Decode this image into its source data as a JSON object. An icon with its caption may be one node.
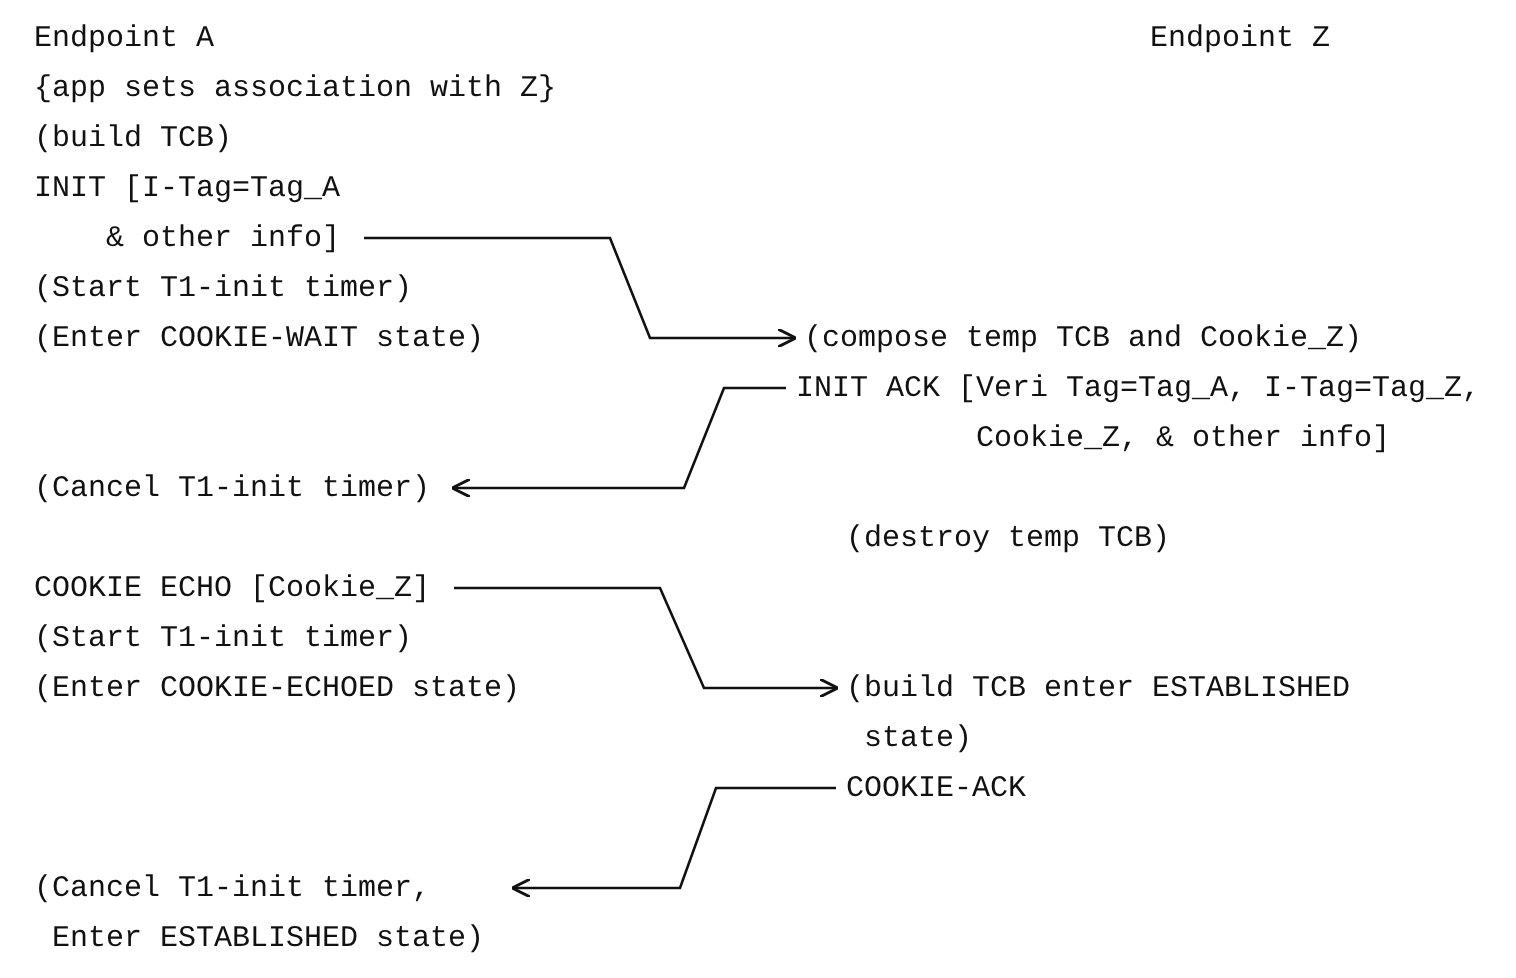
{
  "diagram": {
    "nodes": [
      {
        "text": [
          "INIT [I-Tag=Tag_A & other info]"
        ]
      },
      {
        "text": [
          "(compose temp TCB and Cookie_Z)"
        ]
      },
      {
        "text": [
          "INIT ACK [Veri Tag=Tag_A, I-Tag=Tag_Z, Cookie_Z, & other info]"
        ]
      },
      {
        "text": [
          "(Cancel T1-init timer)"
        ]
      },
      {
        "text": [
          "COOKIE ECHO [Cookie_Z]"
        ]
      },
      {
        "text": [
          "(build TCB enter ESTABLISHED state)"
        ]
      },
      {
        "text": [
          "COOKIE-ACK"
        ]
      },
      {
        "text": [
          "(Cancel T1-init timer, Enter ESTABLISHED state)"
        ]
      }
    ],
    "edges": [
      {
        "from": 0,
        "to": 1,
        "arrow": "to"
      },
      {
        "from": 2,
        "to": 3,
        "arrow": "to"
      },
      {
        "from": 4,
        "to": 5,
        "arrow": "to"
      },
      {
        "from": 6,
        "to": 7,
        "arrow": "to"
      }
    ],
    "labels": [
      "Endpoint A",
      "Endpoint Z",
      "{app sets association with Z}",
      "(build TCB)",
      "(Start T1-init timer)",
      "(Enter COOKIE-WAIT state)",
      "(destroy temp TCB)",
      "(Start T1-init timer)",
      "(Enter COOKIE-ECHOED state)"
    ]
  }
}
